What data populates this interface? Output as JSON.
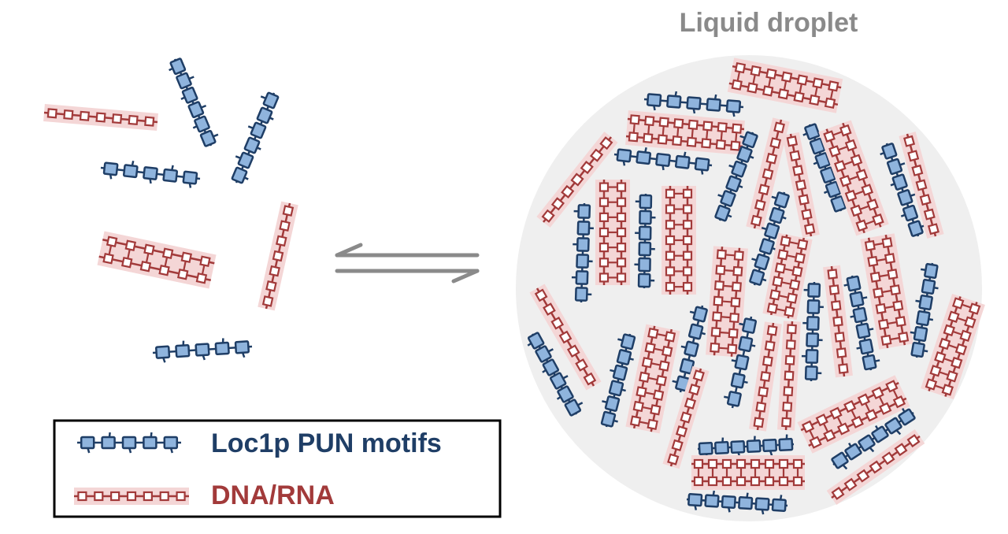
{
  "droplet": {
    "title": "Liquid droplet"
  },
  "legend": {
    "protein_label": "Loc1p PUN motifs",
    "nucleic_label": "DNA/RNA"
  },
  "colors": {
    "protein_stroke": "#1f3e66",
    "protein_fill": "#8fb4dd",
    "nucleic_stroke": "#a23a3a",
    "nucleic_band": "#f4d6d6",
    "droplet_fill": "#efefef",
    "arrow": "#8a8a8a",
    "title": "#8a8a8a",
    "legend_protein_text": "#1f3e66",
    "legend_nucleic_text": "#a23a3a"
  },
  "icons": {
    "protein": "protein-chain-icon",
    "nucleic": "nucleic-acid-icon",
    "arrow": "equilibrium-arrows-icon"
  }
}
